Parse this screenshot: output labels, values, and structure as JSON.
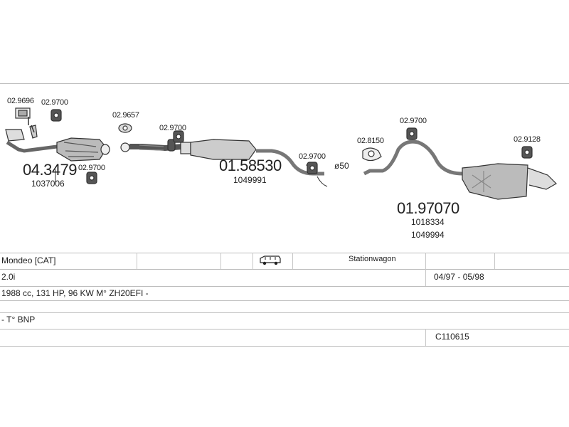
{
  "diagram": {
    "parts": {
      "p_029696": "02.9696",
      "p_029700_a": "02.9700",
      "p_029657": "02.9657",
      "p_029700_b": "02.9700",
      "p_029700_c": "02.9700",
      "p_029700_d": "02.9700",
      "p_028150": "02.8150",
      "p_029700_e": "02.9700",
      "p_029128": "02.9128",
      "diameter": "ø50"
    },
    "main_parts": {
      "front_code": "04.3479",
      "front_ref": "1037006",
      "mid_code": "01.58530",
      "mid_ref": "1049991",
      "rear_code": "01.97070",
      "rear_ref1": "1018334",
      "rear_ref2": "1049994"
    }
  },
  "table": {
    "model": "Mondeo  [CAT]",
    "body_type": "Stationwagon",
    "engine": "2.0i",
    "years": "04/97 - 05/98",
    "spec": "1988 cc, 131 HP, 96 KW M° ZH20EFI -",
    "type_note": "- T° BNP",
    "catalog_code": "C110615"
  },
  "icons": {
    "vehicle": "station-wagon-icon"
  }
}
